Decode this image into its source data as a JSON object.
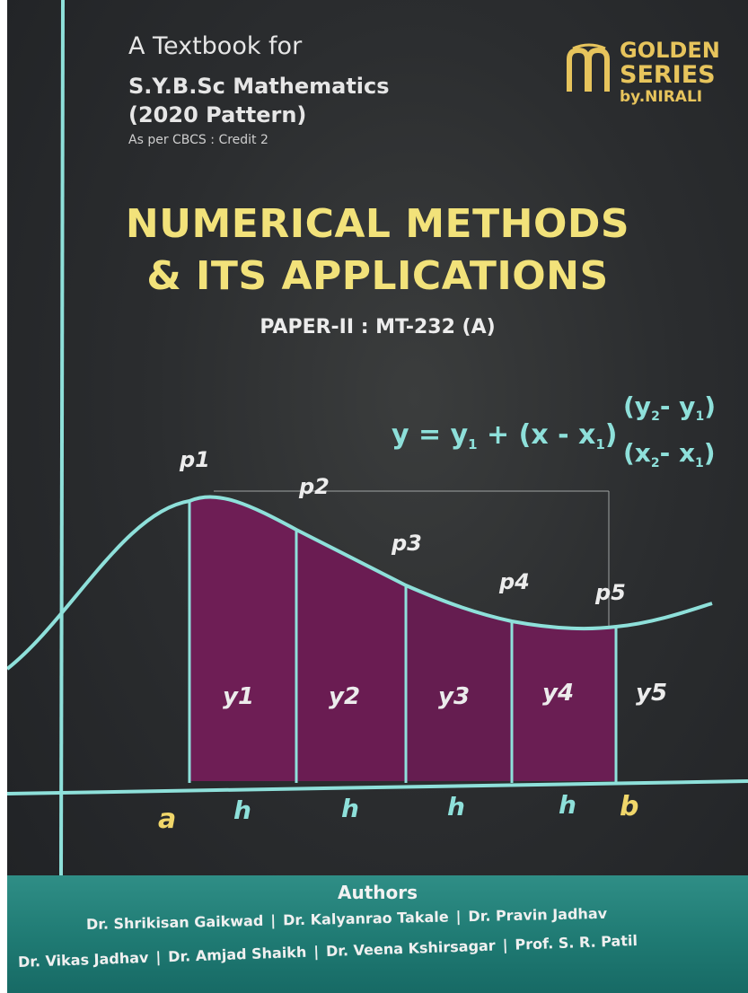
{
  "cover": {
    "textbook_for": "A Textbook for",
    "course": "S.Y.B.Sc Mathematics",
    "pattern": "(2020 Pattern)",
    "cbcs": "As per CBCS : Credit 2",
    "title_line1": "NUMERICAL METHODS",
    "title_line2": "& ITS APPLICATIONS",
    "paper": "PAPER-II : MT-232 (A)"
  },
  "logo": {
    "line1": "GOLDEN",
    "line2": "SERIES",
    "line3": "by.NIRALI"
  },
  "formula": {
    "lhs": "y = y",
    "lhs_sub": "1",
    "plus": " + (x - x",
    "plus_sub": "1",
    "close": ")",
    "num_open": "(y",
    "num_sub2": "2",
    "num_mid": "- y",
    "num_sub1": "1",
    "num_close": ")",
    "den_open": "(x",
    "den_sub2": "2",
    "den_mid": "- x",
    "den_sub1": "1",
    "den_close": ")"
  },
  "graph": {
    "points": [
      "p1",
      "p2",
      "p3",
      "p4",
      "p5"
    ],
    "ordinates": [
      "y1",
      "y2",
      "y3",
      "y4",
      "y5"
    ],
    "axis_a": "a",
    "axis_b": "b",
    "intervals": [
      "h",
      "h",
      "h",
      "h"
    ]
  },
  "authors": {
    "heading": "Authors",
    "row1": [
      "Dr. Shrikisan Gaikwad",
      "Dr. Kalyanrao Takale",
      "Dr. Pravin Jadhav"
    ],
    "row2": [
      "Dr. Vikas Jadhav",
      "Dr. Amjad Shaikh",
      "Dr. Veena Kshirsagar",
      "Prof. S. R. Patil"
    ],
    "separator": "|"
  },
  "colors": {
    "title": "#f2e27a",
    "curve": "#8ee0da",
    "trapezoid": "#6e1e55",
    "band": "#1f7a73",
    "logo": "#e7c45c",
    "label_ab": "#f0d66a"
  }
}
